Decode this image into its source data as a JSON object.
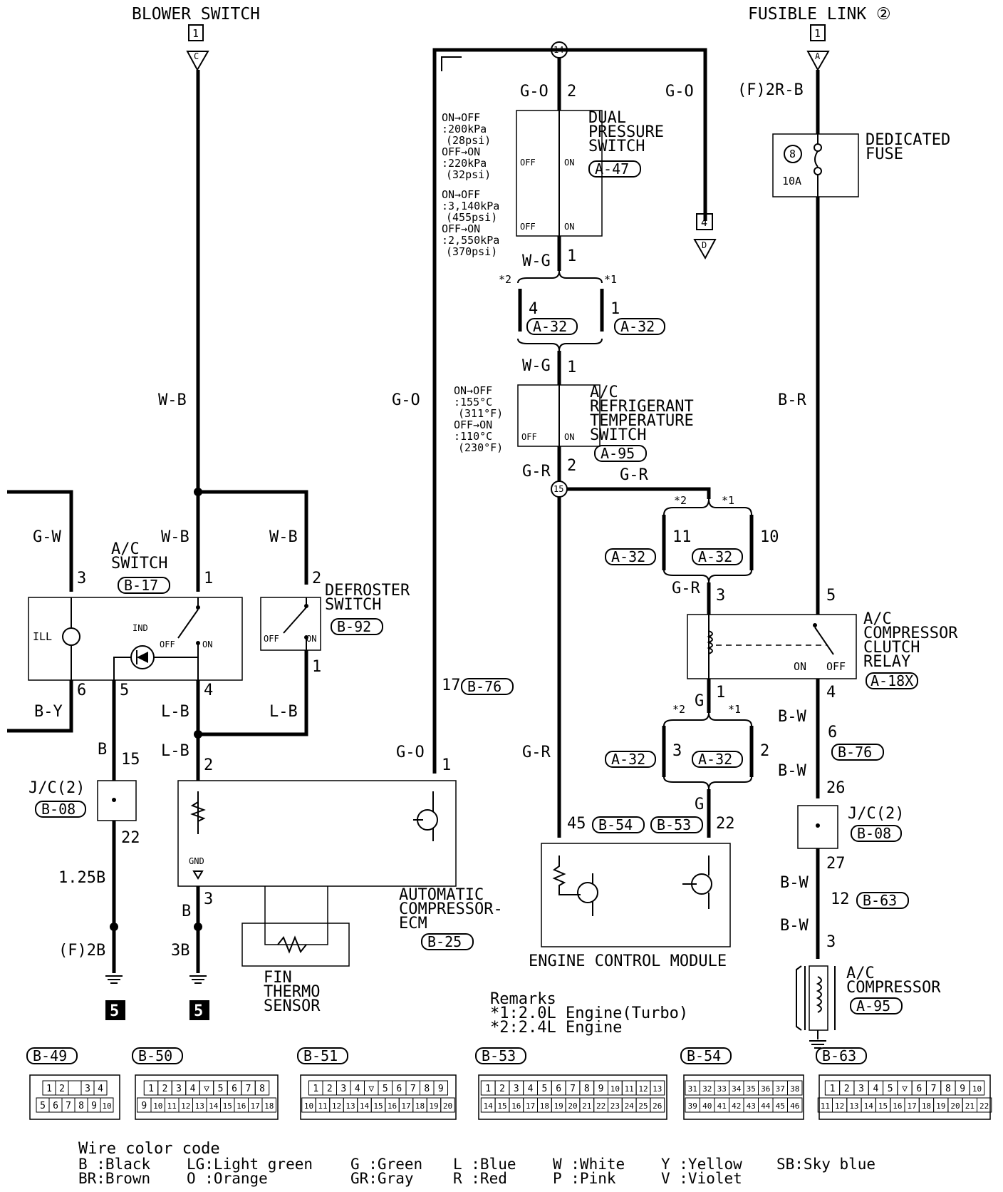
{
  "top": {
    "blower_switch": "BLOWER SWITCH",
    "fusible_link": "FUSIBLE LINK ②",
    "box_left": "1",
    "box_right": "1",
    "tri_c": "C",
    "tri_a": "A",
    "box_d": "4",
    "tri_d": "D"
  },
  "wires": {
    "wb_main": "W-B",
    "wb_ac": "W-B",
    "wb_def": "W-B",
    "gw": "G-W",
    "by": "B-Y",
    "lb1": "L-B",
    "lb2": "L-B",
    "lb3": "L-B",
    "b_15": "B",
    "b125": "1.25B",
    "f2b": "(F)2B",
    "b_3": "B",
    "b3b": "3B",
    "go_main": "G-O",
    "go_top_l": "G-O",
    "go_top_r": "G-O",
    "go_bot": "G-O",
    "wg1": "W-G",
    "wg2": "W-G",
    "gr1": "G-R",
    "gr2": "G-R",
    "gr3": "G-R",
    "gr4": "G-R",
    "g1": "G",
    "g2": "G",
    "f2rb": "(F)2R-B",
    "br": "B-R",
    "bw1": "B-W",
    "bw2": "B-W",
    "bw3": "B-W",
    "bw4": "B-W"
  },
  "pins": {
    "p_wb1": "1",
    "p_wb2": "2",
    "p_ill3": "3",
    "p_6": "6",
    "p_5": "5",
    "p_4": "4",
    "p_def1": "1",
    "p_15": "15",
    "p_2": "2",
    "p_22": "22",
    "p_3": "3",
    "p_dps2": "2",
    "p_dps1": "1",
    "p_a4": "4",
    "p_a1": "1",
    "p_rt1": "1",
    "p_rt2": "2",
    "p_17": "17",
    "p_ecm1": "1",
    "p_45": "45",
    "p_22b": "22",
    "p_11": "11",
    "p_10": "10",
    "p_rl3": "3",
    "p_rl1": "1",
    "p_rl5": "5",
    "p_rl4": "4",
    "p_a3": "3",
    "p_a2": "2",
    "p_6r": "6",
    "p_26": "26",
    "p_27": "27",
    "p_12": "12",
    "p_c3": "3",
    "star2a": "*2",
    "star1a": "*1",
    "star2b": "*2",
    "star1b": "*1",
    "star2c": "*2",
    "star1c": "*1",
    "node14": "14",
    "node15": "15"
  },
  "components": {
    "ac_switch": [
      "A/C",
      "SWITCH"
    ],
    "ac_switch_conn": "B-17",
    "ill": "ILL",
    "ind": "IND",
    "off": "OFF",
    "on": "ON",
    "defroster": [
      "DEFROSTER",
      "SWITCH"
    ],
    "defroster_conn": "B-92",
    "jc_left": "J/C(2)",
    "jc_left_conn": "B-08",
    "gnd": "GND",
    "auto_ecm": [
      "AUTOMATIC",
      "COMPRESSOR-",
      "ECM"
    ],
    "auto_ecm_conn": "B-25",
    "fin_thermo": [
      "FIN",
      "THERMO",
      "SENSOR"
    ],
    "dual_pressure": [
      "DUAL",
      "PRESSURE",
      "SWITCH"
    ],
    "dual_pressure_conn": "A-47",
    "dp_spec1": [
      "ON→OFF",
      ":200kPa",
      "(28psi)",
      "OFF→ON",
      ":220kPa",
      "(32psi)"
    ],
    "dp_spec2": [
      "ON→OFF",
      ":3,140kPa",
      "(455psi)",
      "OFF→ON",
      ":2,550kPa",
      "(370psi)"
    ],
    "a32": "A-32",
    "refrig": [
      "A/C",
      "REFRIGERANT",
      "TEMPERATURE",
      "SWITCH"
    ],
    "refrig_conn": "A-95",
    "rt_spec": [
      "ON→OFF",
      ":155°C",
      "(311°F)",
      "OFF→ON",
      ":110°C",
      "(230°F)"
    ],
    "b76": "B-76",
    "b54": "B-54",
    "b53": "B-53",
    "ecm_label": "ENGINE CONTROL MODULE",
    "dedicated_fuse": [
      "DEDICATED",
      "FUSE"
    ],
    "fuse_no": "8",
    "fuse_amp": "10A",
    "relay": [
      "A/C",
      "COMPRESSOR",
      "CLUTCH",
      "RELAY"
    ],
    "relay_conn": "A-18X",
    "jc_right": "J/C(2)",
    "jc_right_conn": "B-08",
    "b63": "B-63",
    "compressor": [
      "A/C",
      "COMPRESSOR"
    ],
    "compressor_conn": "A-95",
    "ground_num": "5"
  },
  "remarks": {
    "title": "Remarks",
    "line1": "*1:2.0L Engine(Turbo)",
    "line2": "*2:2.4L Engine"
  },
  "connectors": [
    {
      "name": "B-49",
      "rows": [
        [
          "1",
          "2",
          "",
          "3",
          "4"
        ],
        [
          "5",
          "6",
          "7",
          "8",
          "9",
          "10"
        ]
      ]
    },
    {
      "name": "B-50",
      "rows": [
        [
          "1",
          "2",
          "3",
          "4",
          "▽",
          "5",
          "6",
          "7",
          "8"
        ],
        [
          "9",
          "10",
          "11",
          "12",
          "13",
          "14",
          "15",
          "16",
          "17",
          "18"
        ]
      ]
    },
    {
      "name": "B-51",
      "rows": [
        [
          "1",
          "2",
          "3",
          "4",
          "▽",
          "5",
          "6",
          "7",
          "8",
          "9"
        ],
        [
          "10",
          "11",
          "12",
          "13",
          "14",
          "15",
          "16",
          "17",
          "18",
          "19",
          "20"
        ]
      ]
    },
    {
      "name": "B-53",
      "rows": [
        [
          "1",
          "2",
          "3",
          "4",
          "5",
          "6",
          "7",
          "8",
          "9",
          "10",
          "11",
          "12",
          "13"
        ],
        [
          "14",
          "15",
          "16",
          "17",
          "18",
          "19",
          "20",
          "21",
          "22",
          "23",
          "24",
          "25",
          "26"
        ]
      ]
    },
    {
      "name": "B-54",
      "rows": [
        [
          "31",
          "32",
          "33",
          "34",
          "35",
          "36",
          "37",
          "38"
        ],
        [
          "39",
          "40",
          "41",
          "42",
          "43",
          "44",
          "45",
          "46"
        ]
      ]
    },
    {
      "name": "B-63",
      "rows": [
        [
          "1",
          "2",
          "3",
          "4",
          "5",
          "▽",
          "6",
          "7",
          "8",
          "9",
          "10"
        ],
        [
          "11",
          "12",
          "13",
          "14",
          "15",
          "16",
          "17",
          "18",
          "19",
          "20",
          "21",
          "22"
        ]
      ]
    }
  ],
  "legend": {
    "title": "Wire color code",
    "items": [
      "B :Black",
      "BR:Brown",
      "LG:Light green",
      "O :Orange",
      "G :Green",
      "GR:Gray",
      "L :Blue",
      "R :Red",
      "W :White",
      "P :Pink",
      "Y :Yellow",
      "V :Violet",
      "SB:Sky blue"
    ]
  }
}
